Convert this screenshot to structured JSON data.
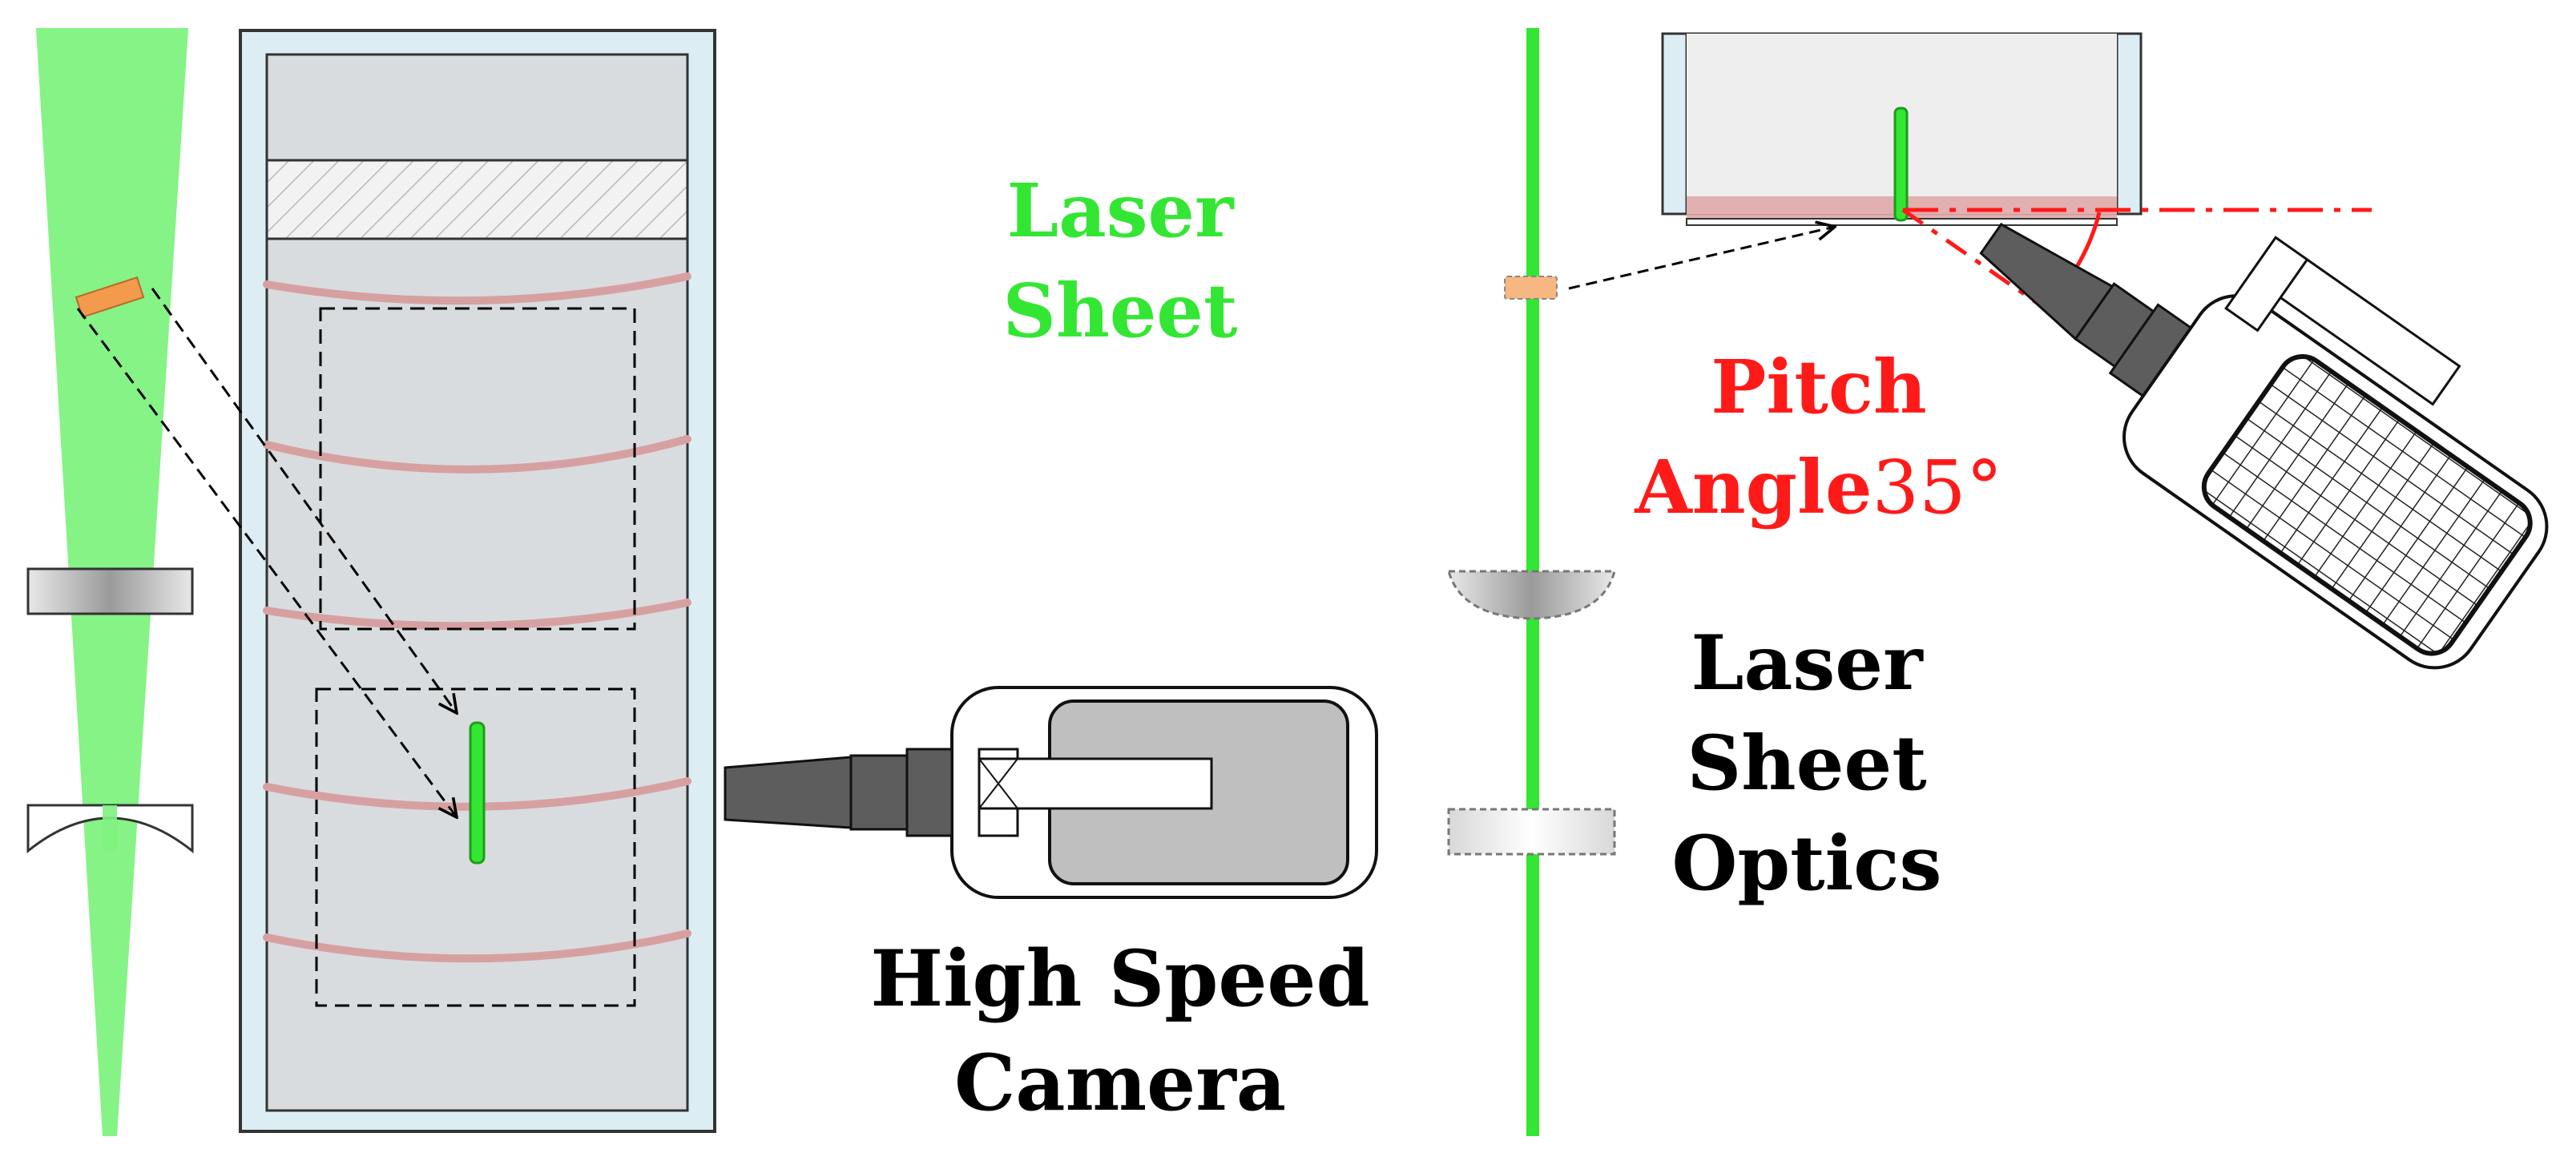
{
  "labels": {
    "laser_sheet_line1": "Laser",
    "laser_sheet_line2": "Sheet",
    "high_speed_line1": "High Speed",
    "high_speed_line2": "Camera",
    "pitch_line1": "Pitch",
    "pitch_line2_word": "Angle",
    "pitch_line2_value": "35°",
    "optics_line1": "Laser",
    "optics_line2": "Sheet",
    "optics_line3": "Optics"
  },
  "colors": {
    "laser_green": "#33e633",
    "laser_fan": "#7ef27e",
    "particle_orange": "#f39a4c",
    "pitch_red": "#ff1a1a",
    "vortex_pink": "#d7a0a0",
    "tank_fill": "#d9dcdf",
    "tank_frame": "#dceef4",
    "camera_body": "#a9a9a9",
    "lens_dark": "#5d5d5d"
  },
  "icons": {
    "camera": "high-speed-camera-icon",
    "camera_tilted": "tilted-camera-icon",
    "lens_concave": "concave-lens-icon",
    "lens_plano": "plano-lens-icon"
  }
}
